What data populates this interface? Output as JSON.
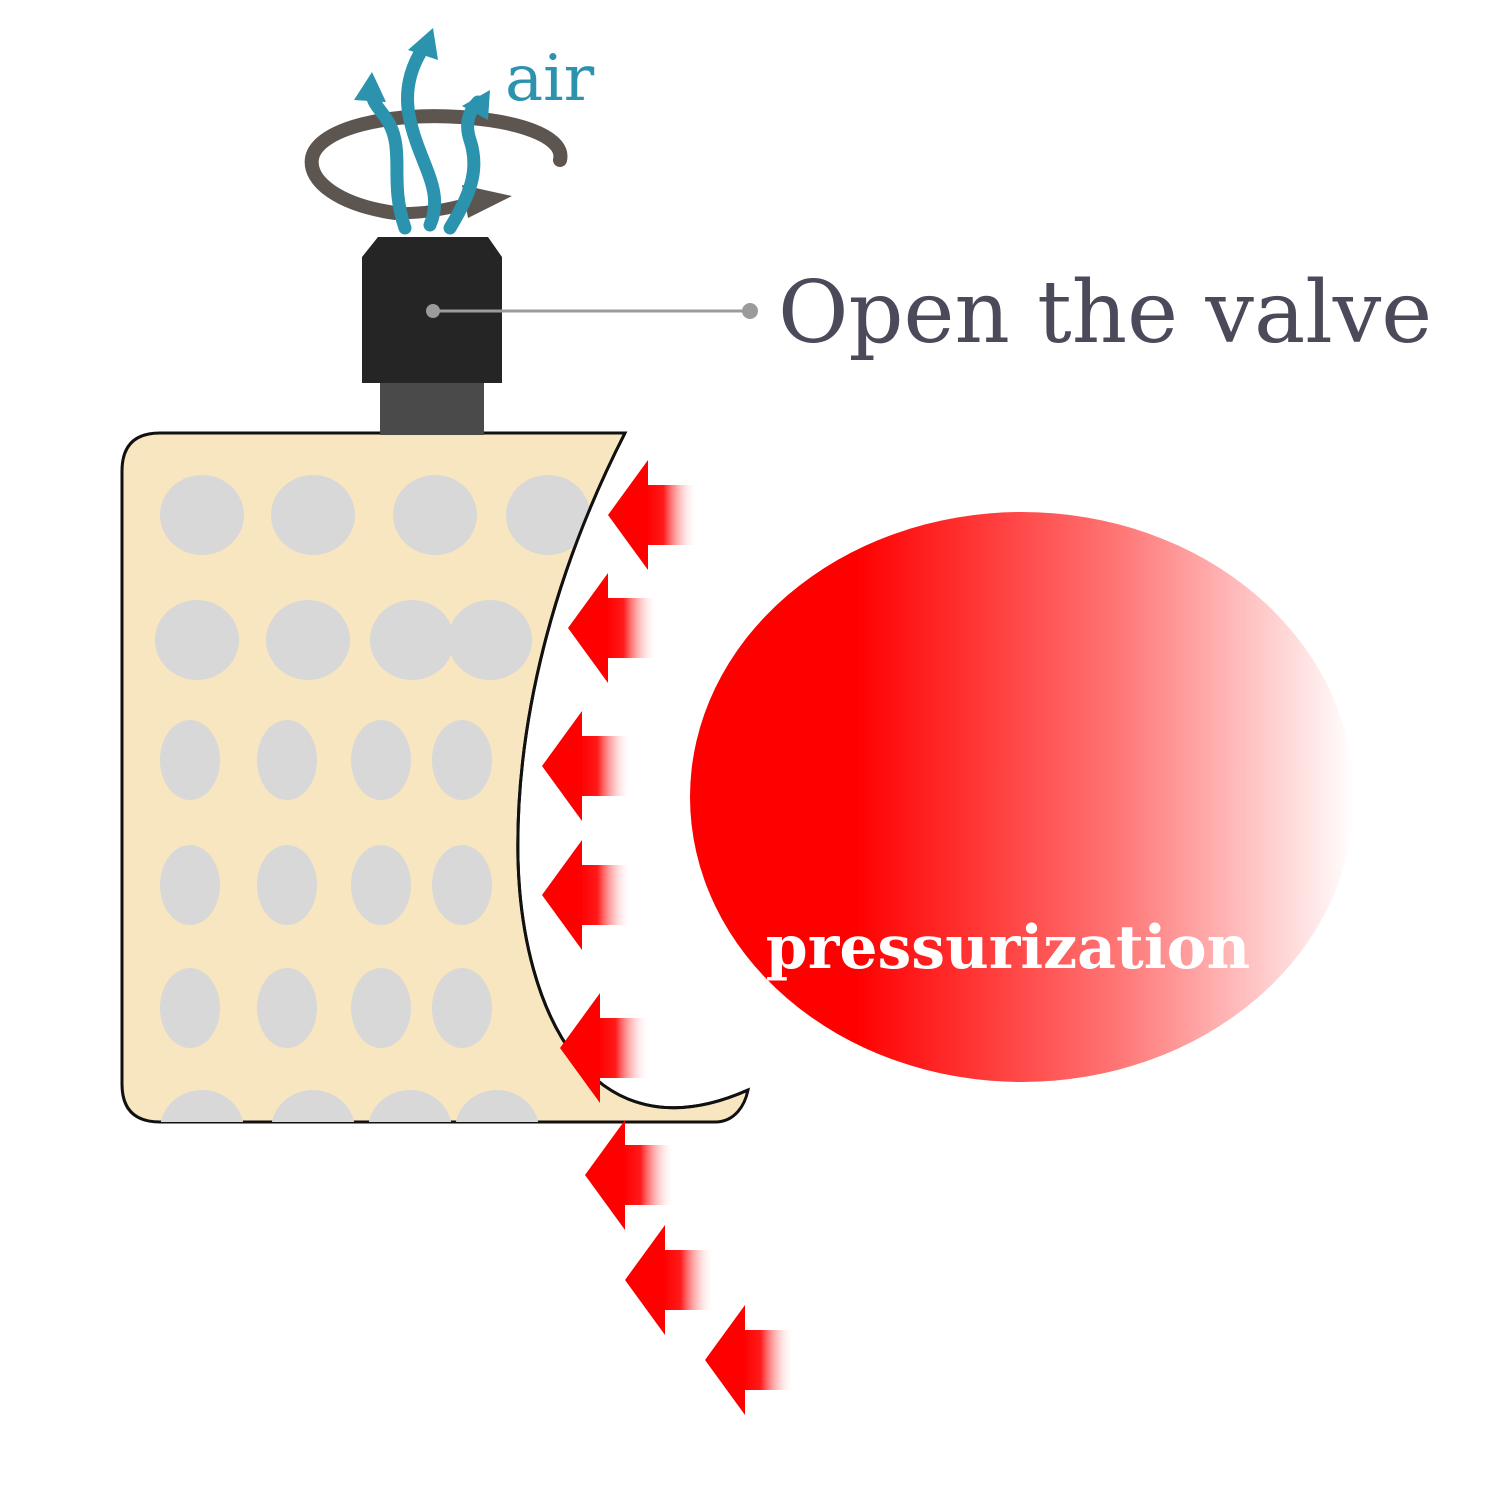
{
  "labels": {
    "air": "air",
    "valve": "Open the valve",
    "pressure": "pressurization"
  },
  "colors": {
    "background": "#ffffff",
    "bag_fill": "#f8e6c0",
    "bag_outline": "#111111",
    "dot_fill": "#d8d8d8",
    "valve_cap": "#252525",
    "valve_neck": "#4a4a4a",
    "rotation_arrow": "#5d5550",
    "air_arrows": "#2b93ad",
    "callout_line": "#9b9b9b",
    "valve_label": "#4a4a5a",
    "pressure_red": "#ff0000",
    "pressure_label": "#ffffff"
  },
  "icons": {
    "rotation": "rotate-arrow-icon",
    "air": "air-flow-icon",
    "pressure": "pressure-arrow-icon"
  }
}
